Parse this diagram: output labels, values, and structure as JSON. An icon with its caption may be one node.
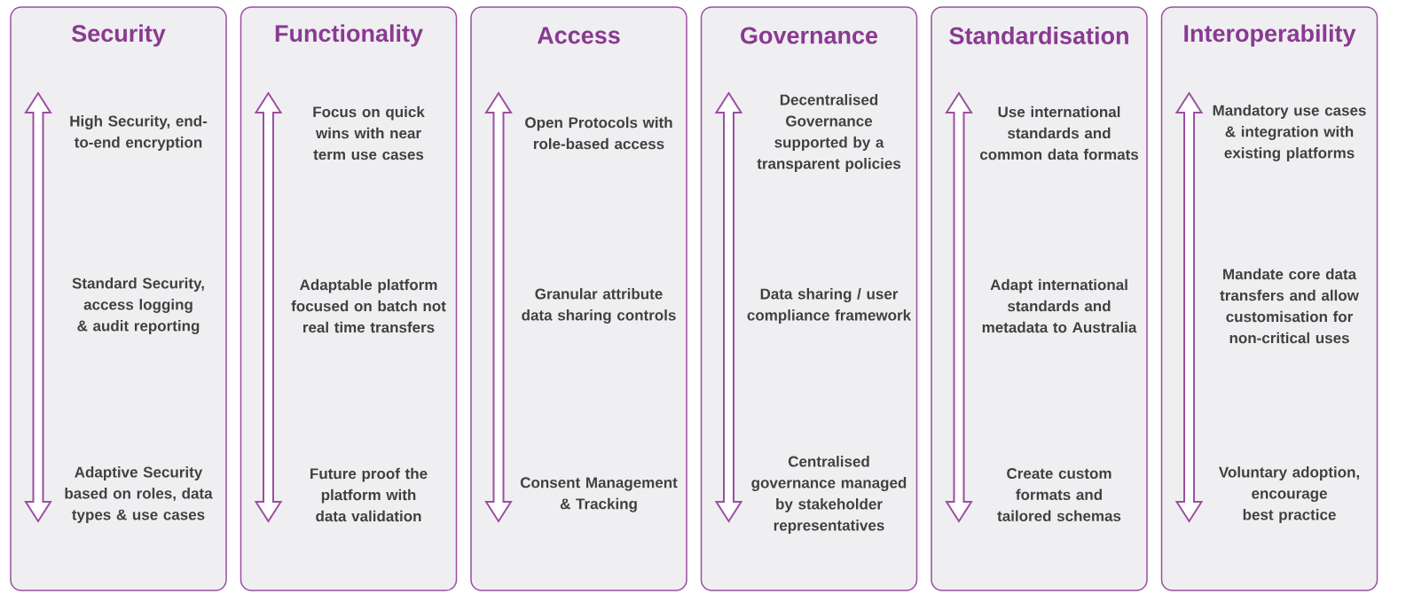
{
  "diagram": {
    "nodes": [
      {
        "text": [
          "Security",
          "High Security, end-to-end encryption",
          "Standard Security, access logging & audit reporting",
          "Adaptive Security based on roles, data types & use cases"
        ]
      },
      {
        "text": [
          "Functionality",
          "Focus on quick wins with near term use cases",
          "Adaptable platform focused on batch not real time transfers",
          "Future proof the platform with data validation"
        ]
      },
      {
        "text": [
          "Access",
          "Open Protocols with role-based access",
          "Granular attribute data sharing controls",
          "Consent Management & Tracking"
        ]
      },
      {
        "text": [
          "Governance",
          "Decentralised Governance supported by a transparent policies",
          "Data sharing / user compliance framework",
          "Centralised governance managed by stakeholder representatives"
        ]
      },
      {
        "text": [
          "Standardisation",
          "Use international standards and common data formats",
          "Adapt international standards and metadata to Australia",
          "Create custom formats and tailored schemas"
        ]
      },
      {
        "text": [
          "Interoperability",
          "Mandatory use cases & integration with existing platforms",
          "Mandate core data transfers and allow customisation for non-critical uses",
          "Voluntary adoption, encourage best practice"
        ]
      }
    ]
  }
}
